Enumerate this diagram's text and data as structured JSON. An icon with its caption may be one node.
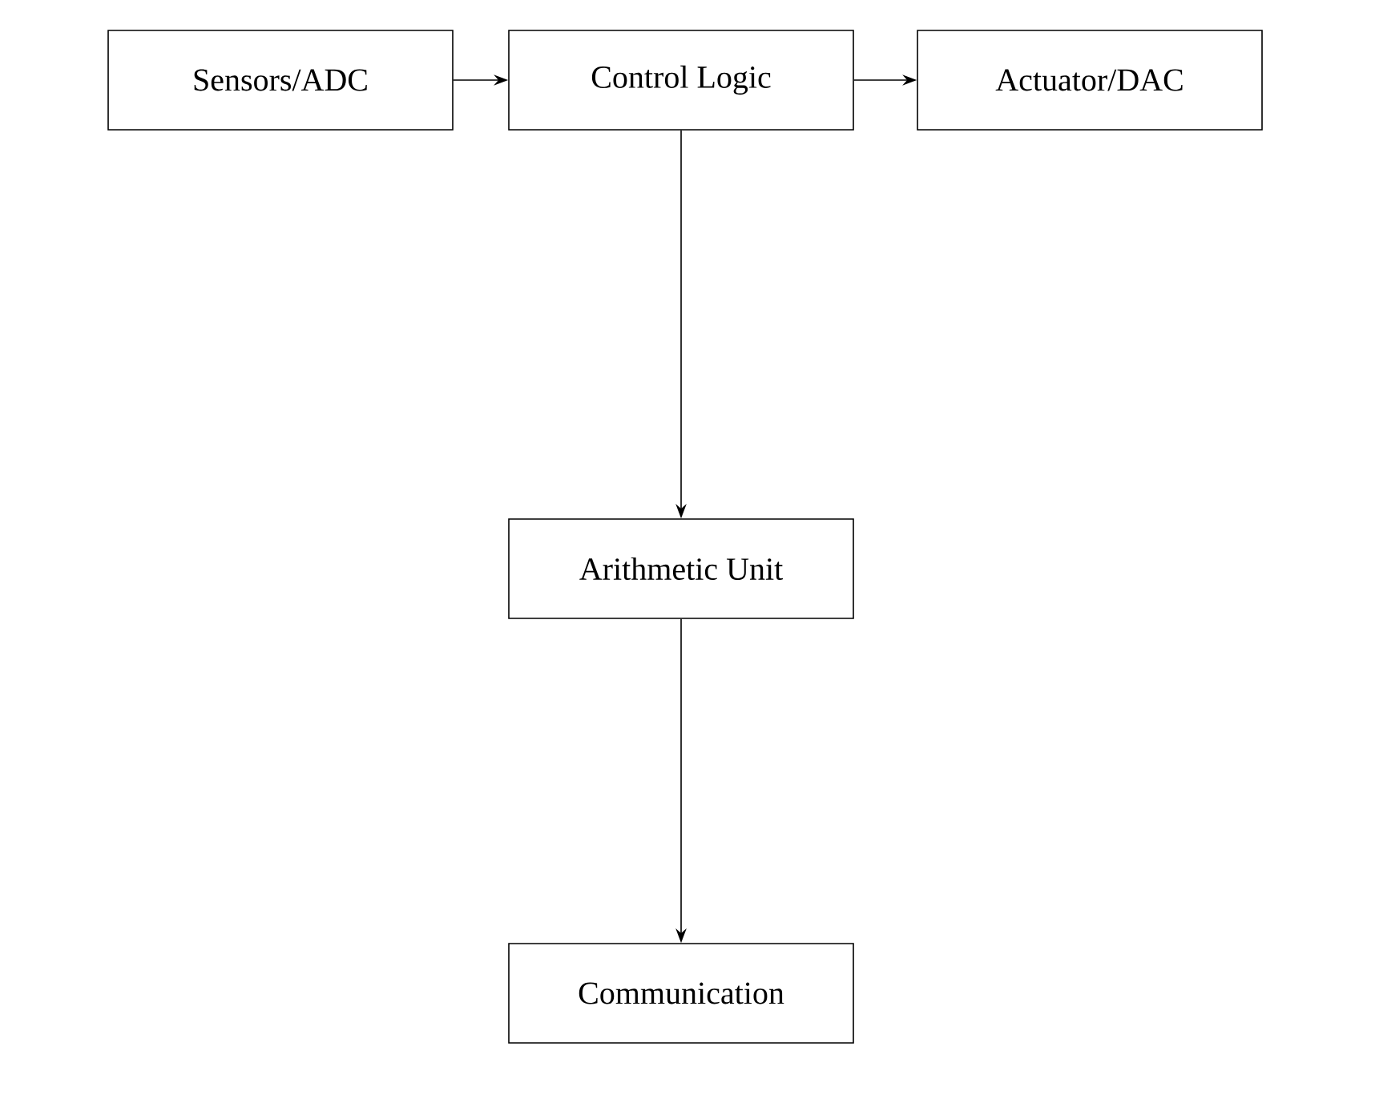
{
  "diagram": {
    "nodes": [
      {
        "text": [
          "Sensors/ADC"
        ]
      },
      {
        "text": [
          "Control Logic"
        ]
      },
      {
        "text": [
          "Actuator/DAC"
        ]
      },
      {
        "text": [
          "Arithmetic Unit"
        ]
      },
      {
        "text": [
          "Communication"
        ]
      }
    ],
    "edges": [
      {
        "from": 0,
        "to": 1,
        "arrow": "to"
      },
      {
        "from": 1,
        "to": 2,
        "arrow": "to"
      },
      {
        "from": 1,
        "to": 3,
        "arrow": "to"
      },
      {
        "from": 3,
        "to": 4,
        "arrow": "to"
      }
    ]
  }
}
